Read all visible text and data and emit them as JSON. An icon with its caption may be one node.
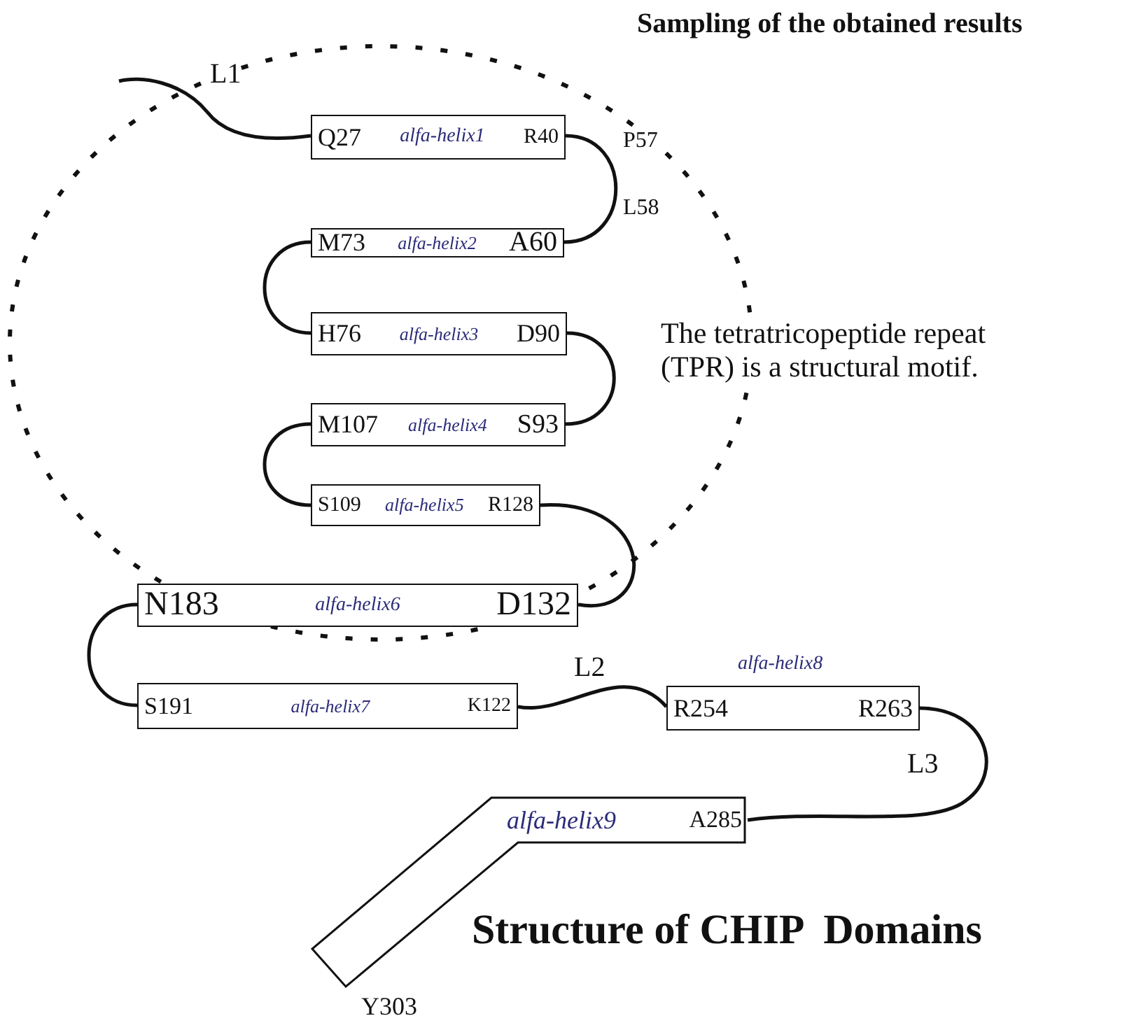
{
  "diagram": {
    "title": "Structure of CHIP  Domains",
    "nodes": [
      {
        "text": [
          "Q27",
          "alfa-helix1",
          "R40"
        ]
      },
      {
        "text": [
          "M73",
          "alfa-helix2",
          "A60"
        ]
      },
      {
        "text": [
          "H76",
          "alfa-helix3",
          "D90"
        ]
      },
      {
        "text": [
          "M107",
          "alfa-helix4",
          "S93"
        ]
      },
      {
        "text": [
          "S109",
          "alfa-helix5",
          "R128"
        ]
      },
      {
        "text": [
          "N183",
          "alfa-helix6",
          "D132"
        ]
      },
      {
        "text": [
          "S191",
          "alfa-helix7",
          "K122"
        ]
      },
      {
        "text": [
          "alfa-helix8",
          "R254",
          "R263"
        ]
      },
      {
        "text": [
          "alfa-helix9",
          "A285"
        ],
        "beside": [
          "Y303"
        ]
      }
    ],
    "edges": [
      {
        "from": null,
        "to": 0,
        "arrow": "none",
        "label": "L1"
      },
      {
        "from": 0,
        "to": 1,
        "arrow": "none"
      },
      {
        "from": 1,
        "to": 2,
        "arrow": "none"
      },
      {
        "from": 2,
        "to": 3,
        "arrow": "none"
      },
      {
        "from": 3,
        "to": 4,
        "arrow": "none"
      },
      {
        "from": 4,
        "to": 5,
        "arrow": "none"
      },
      {
        "from": 5,
        "to": 6,
        "arrow": "none"
      },
      {
        "from": 6,
        "to": 7,
        "arrow": "none",
        "label": "L2"
      },
      {
        "from": 7,
        "to": 8,
        "arrow": "none",
        "label": "L3"
      }
    ],
    "labels": [
      "Sampling of the obtained results",
      "P57",
      "L58",
      "The tetratricopeptide repeat (TPR) is a structural motif."
    ]
  }
}
